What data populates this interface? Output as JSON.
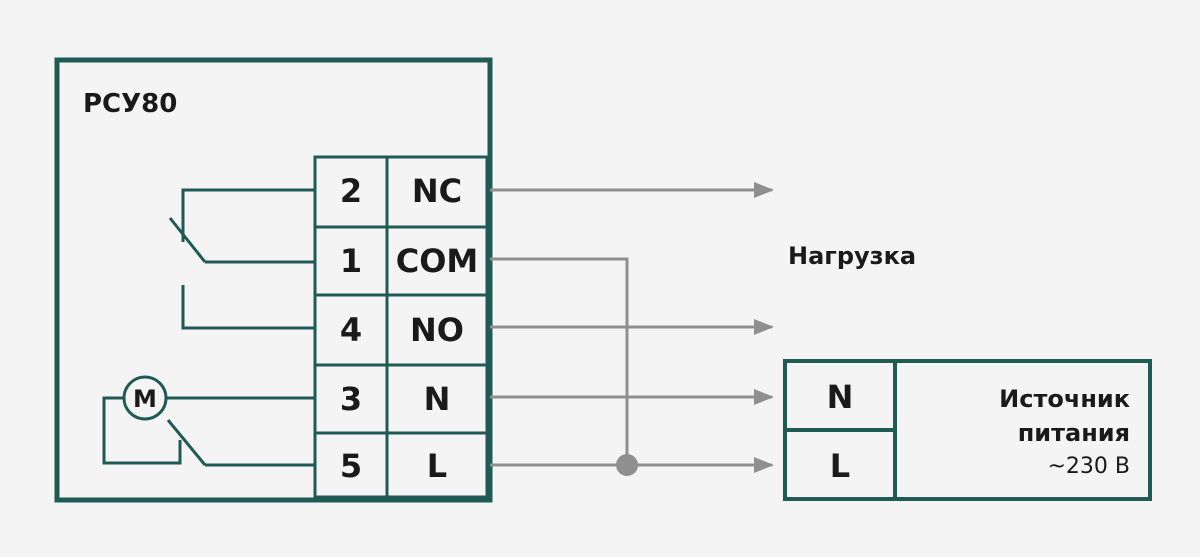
{
  "device": {
    "name": "РСУ80",
    "terminals": [
      {
        "number": "2",
        "signal": "NC"
      },
      {
        "number": "1",
        "signal": "COM"
      },
      {
        "number": "4",
        "signal": "NO"
      },
      {
        "number": "3",
        "signal": "N"
      },
      {
        "number": "5",
        "signal": "L"
      }
    ],
    "motor_label": "M"
  },
  "load": {
    "label": "Нагрузка"
  },
  "power_source": {
    "terminals": [
      "N",
      "L"
    ],
    "label_lines": [
      "Источник",
      "питания",
      "~230 В"
    ]
  },
  "colors": {
    "frame": "#1f5a55",
    "wire": "#8f8f8f",
    "text": "#1a1a1a",
    "background": "#f4f4f4"
  },
  "icons": [
    "motor-icon",
    "switch-contact-icon",
    "arrow-icon",
    "junction-dot-icon"
  ]
}
